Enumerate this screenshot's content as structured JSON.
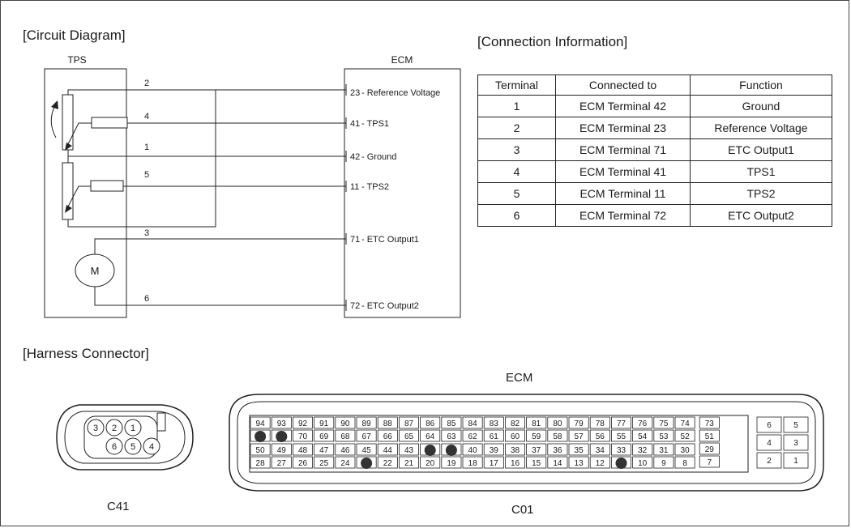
{
  "titles": {
    "circuit": "[Circuit Diagram]",
    "connection": "[Connection Information]",
    "harness": "[Harness Connector]"
  },
  "circuit": {
    "tps_label": "TPS",
    "ecm_label": "ECM",
    "motor_label": "M",
    "wire_numbers": [
      "2",
      "4",
      "1",
      "5",
      "3",
      "6"
    ],
    "ecm_pins": [
      {
        "num": "23",
        "name": "- Reference Voltage"
      },
      {
        "num": "41",
        "name": "- TPS1"
      },
      {
        "num": "42",
        "name": "- Ground"
      },
      {
        "num": "11",
        "name": "- TPS2"
      },
      {
        "num": "71",
        "name": "- ETC Output1"
      },
      {
        "num": "72",
        "name": "- ETC Output2"
      }
    ]
  },
  "connection_table": {
    "headers": [
      "Terminal",
      "Connected to",
      "Function"
    ],
    "rows": [
      [
        "1",
        "ECM Terminal 42",
        "Ground"
      ],
      [
        "2",
        "ECM Terminal 23",
        "Reference Voltage"
      ],
      [
        "3",
        "ECM Terminal 71",
        "ETC Output1"
      ],
      [
        "4",
        "ECM Terminal 41",
        "TPS1"
      ],
      [
        "5",
        "ECM Terminal 11",
        "TPS2"
      ],
      [
        "6",
        "ECM Terminal 72",
        "ETC Output2"
      ]
    ]
  },
  "harness": {
    "c41_label": "C41",
    "c41_top_pins": [
      "3",
      "2",
      "1"
    ],
    "c41_bottom_pins": [
      "6",
      "5",
      "4"
    ],
    "ecm_title": "ECM",
    "c01_label": "C01",
    "main_rows": [
      [
        "94",
        "93",
        "92",
        "91",
        "90",
        "89",
        "88",
        "87",
        "86",
        "85",
        "84",
        "83",
        "82",
        "81",
        "80",
        "79",
        "78",
        "77",
        "76",
        "75",
        "74"
      ],
      [
        "",
        "",
        "70",
        "69",
        "68",
        "67",
        "66",
        "65",
        "64",
        "63",
        "62",
        "61",
        "60",
        "59",
        "58",
        "57",
        "56",
        "55",
        "54",
        "53",
        "52"
      ],
      [
        "50",
        "49",
        "48",
        "47",
        "46",
        "45",
        "44",
        "43",
        "",
        "",
        "40",
        "39",
        "38",
        "37",
        "36",
        "35",
        "34",
        "33",
        "32",
        "31",
        "30"
      ],
      [
        "28",
        "27",
        "26",
        "25",
        "24",
        "",
        "22",
        "21",
        "20",
        "19",
        "18",
        "17",
        "16",
        "15",
        "14",
        "13",
        "12",
        "",
        "10",
        "9",
        "8"
      ]
    ],
    "side_col": [
      "73",
      "51",
      "29",
      "7"
    ],
    "aux_pins": [
      "6",
      "5",
      "4",
      "3",
      "2",
      "1"
    ]
  }
}
